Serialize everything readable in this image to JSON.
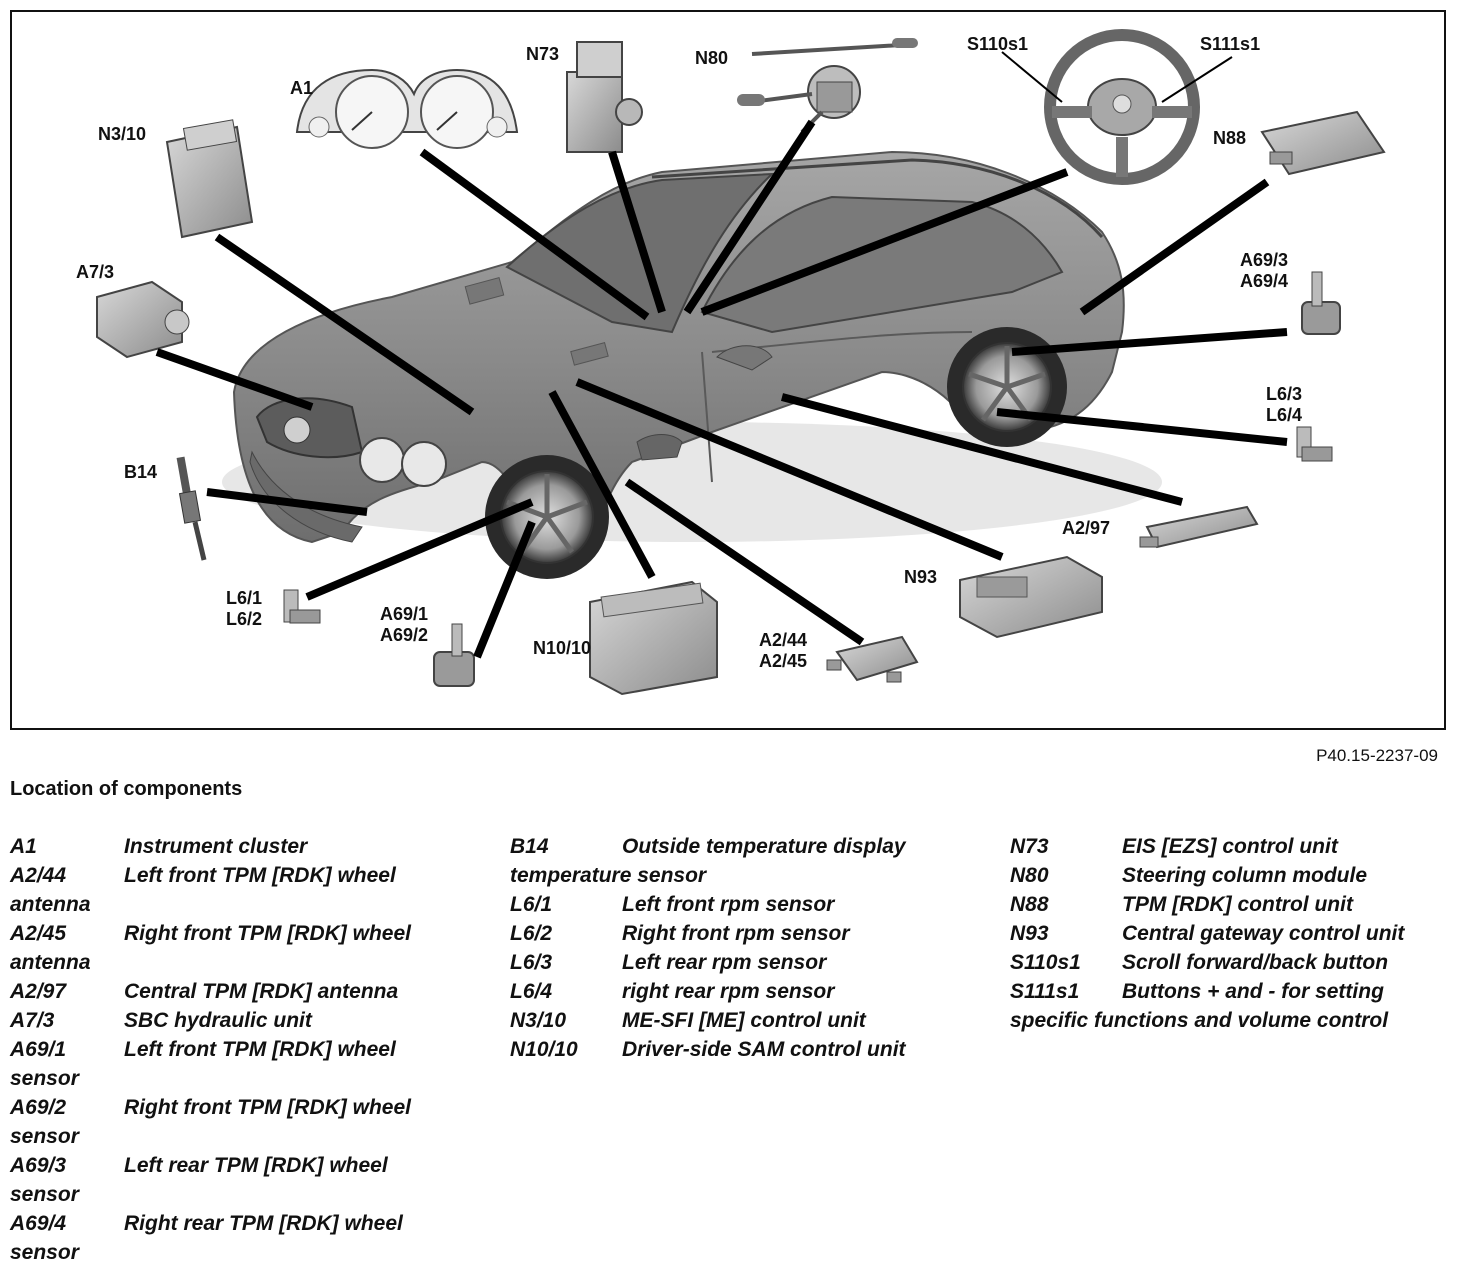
{
  "diagram": {
    "callouts": {
      "A1": "A1",
      "N73": "N73",
      "N80": "N80",
      "S110s1": "S110s1",
      "S111s1": "S111s1",
      "N3_10": "N3/10",
      "N88": "N88",
      "A7_3": "A7/3",
      "A69_3": "A69/3",
      "A69_4": "A69/4",
      "L6_3": "L6/3",
      "L6_4": "L6/4",
      "B14": "B14",
      "A2_97": "A2/97",
      "N93": "N93",
      "L6_1": "L6/1",
      "L6_2": "L6/2",
      "A69_1": "A69/1",
      "A69_2": "A69/2",
      "N10_10": "N10/10",
      "A2_44": "A2/44",
      "A2_45": "A2/45"
    },
    "figure_id": "P40.15-2237-09"
  },
  "legend": {
    "title": "Location of components",
    "col1": [
      {
        "code": "A1",
        "desc": "Instrument cluster",
        "cont": ""
      },
      {
        "code": "A2/44",
        "desc": "Left front TPM [RDK] wheel",
        "cont": "antenna"
      },
      {
        "code": "A2/45",
        "desc": "Right front TPM [RDK] wheel",
        "cont": "antenna"
      },
      {
        "code": "A2/97",
        "desc": "Central TPM [RDK] antenna",
        "cont": ""
      },
      {
        "code": "A7/3",
        "desc": "SBC hydraulic unit",
        "cont": ""
      },
      {
        "code": "A69/1",
        "desc": "Left front TPM [RDK] wheel",
        "cont": "sensor"
      },
      {
        "code": "A69/2",
        "desc": "Right front TPM [RDK] wheel",
        "cont": "sensor"
      },
      {
        "code": "A69/3",
        "desc": "Left rear TPM [RDK] wheel",
        "cont": "sensor"
      },
      {
        "code": "A69/4",
        "desc": "Right rear TPM [RDK] wheel",
        "cont": "sensor"
      }
    ],
    "col2": [
      {
        "code": "B14",
        "desc": "Outside temperature display",
        "cont": "temperature sensor"
      },
      {
        "code": "L6/1",
        "desc": "Left front rpm sensor",
        "cont": ""
      },
      {
        "code": "L6/2",
        "desc": "Right front rpm sensor",
        "cont": ""
      },
      {
        "code": "L6/3",
        "desc": "Left rear rpm sensor",
        "cont": ""
      },
      {
        "code": "L6/4",
        "desc": "right rear rpm sensor",
        "cont": ""
      },
      {
        "code": "N3/10",
        "desc": "ME-SFI [ME] control unit",
        "cont": ""
      },
      {
        "code": "N10/10",
        "desc": "Driver-side SAM control unit",
        "cont": ""
      }
    ],
    "col3": [
      {
        "code": "N73",
        "desc": "EIS [EZS] control unit",
        "cont": ""
      },
      {
        "code": "N80",
        "desc": "Steering column module",
        "cont": ""
      },
      {
        "code": "N88",
        "desc": "TPM [RDK] control unit",
        "cont": ""
      },
      {
        "code": "N93",
        "desc": "Central gateway control unit",
        "cont": ""
      },
      {
        "code": "S110s1",
        "desc": "Scroll forward/back button",
        "cont": ""
      },
      {
        "code": "S111s1",
        "desc": "Buttons + and - for setting",
        "cont": "specific functions and volume control"
      }
    ]
  }
}
